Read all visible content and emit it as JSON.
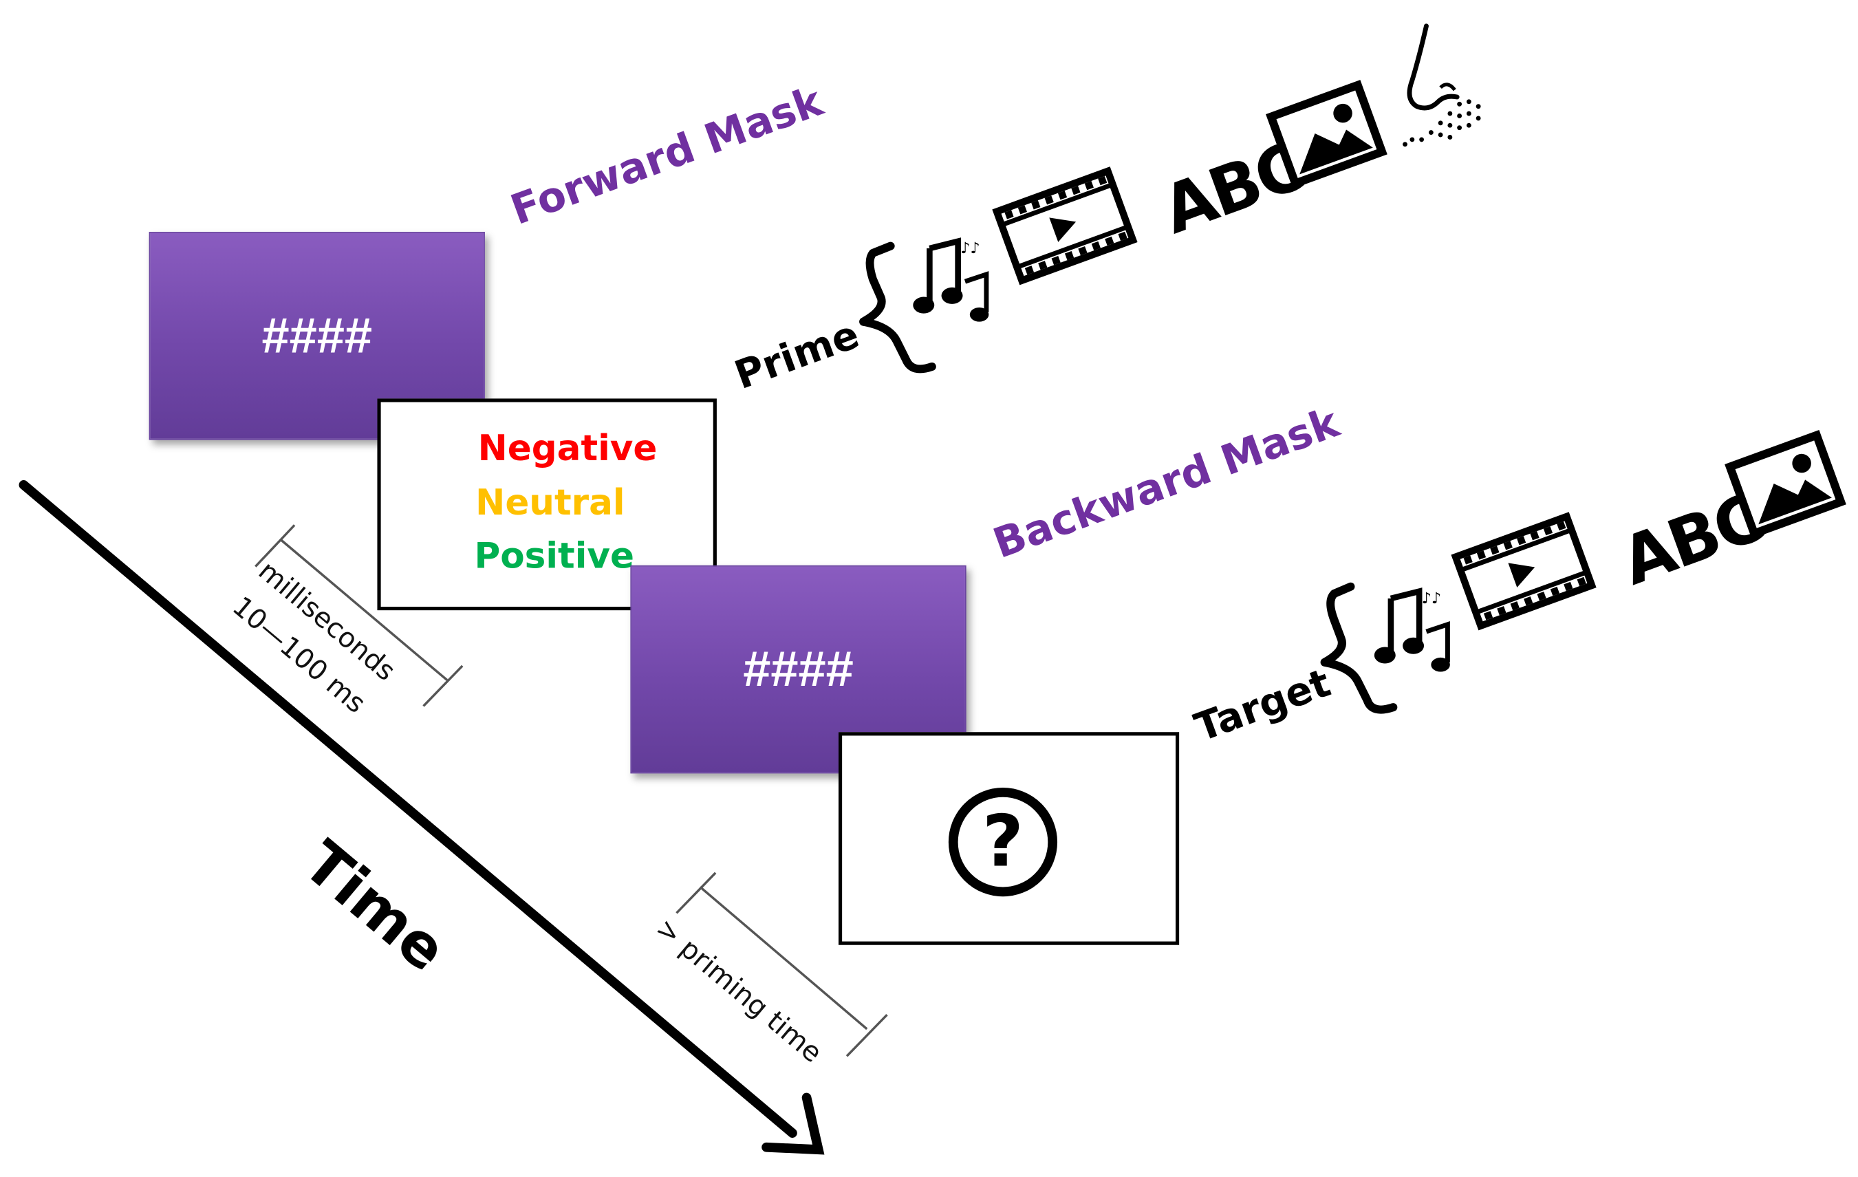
{
  "forward_mask": {
    "label": "Forward Mask",
    "symbol": "####"
  },
  "prime": {
    "label": "Prime",
    "words": [
      {
        "text": "Negative",
        "color": "#ff0000"
      },
      {
        "text": "Neutral",
        "color": "#ffc000"
      },
      {
        "text": "Positive",
        "color": "#00b050"
      }
    ],
    "modality_icons": [
      "music-notes-icon",
      "film-play-icon",
      "text-abc-icon",
      "picture-icon",
      "nose-smell-icon"
    ],
    "abc_text": "ABC"
  },
  "backward_mask": {
    "label": "Backward Mask",
    "symbol": "####"
  },
  "target": {
    "label": "Target",
    "symbol": "?",
    "modality_icons": [
      "music-notes-icon",
      "film-play-icon",
      "text-abc-icon",
      "picture-icon"
    ],
    "abc_text": "ABC"
  },
  "timing": {
    "prime_duration_label": "milliseconds",
    "prime_duration_value": "10—100 ms",
    "target_delay_label": "> priming time"
  },
  "time_axis": {
    "label": "Time"
  },
  "colors": {
    "mask_purple": "#7030a0",
    "label_purple": "#7030a0"
  }
}
